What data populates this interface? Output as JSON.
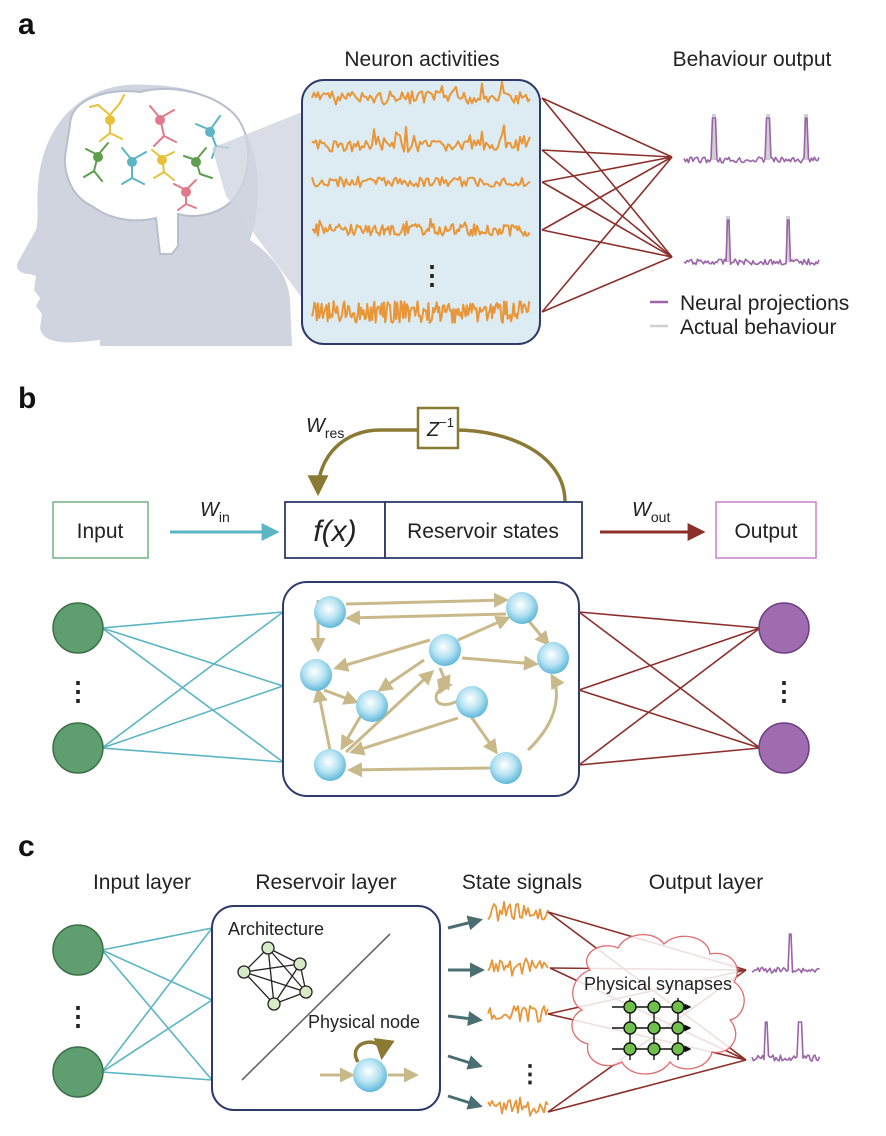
{
  "panels": {
    "a": {
      "letter": "a",
      "neuron_activities_title": "Neuron activities",
      "behaviour_output_title": "Behaviour output",
      "ellipsis": "⋮",
      "legend": [
        {
          "label": "Neural projections",
          "color": "#9b64a8"
        },
        {
          "label": "Actual behaviour",
          "color": "#cfcfcf"
        }
      ]
    },
    "b": {
      "letter": "b",
      "input_label": "Input",
      "output_label": "Output",
      "func_label": "f(x)",
      "reservoir_states_label": "Reservoir states",
      "w_in": {
        "main": "W",
        "sub": "in"
      },
      "w_out": {
        "main": "W",
        "sub": "out"
      },
      "w_res": {
        "main": "W",
        "sub": "res"
      },
      "delay": {
        "main": "Z",
        "sup": "−1"
      },
      "input_ellipsis": "⋮",
      "output_ellipsis": "⋮"
    },
    "c": {
      "letter": "c",
      "input_layer_title": "Input layer",
      "reservoir_layer_title": "Reservoir layer",
      "state_signals_title": "State signals",
      "output_layer_title": "Output layer",
      "architecture_label": "Architecture",
      "physical_node_label": "Physical node",
      "physical_synapses_label": "Physical synapses",
      "input_ellipsis": "⋮",
      "signal_ellipsis": "⋮"
    }
  },
  "colors": {
    "orange_trace": "#e8963a",
    "purple": "#9b64a8",
    "dark_red": "#8c2f2a",
    "teal": "#5bb5c3",
    "green_node": "#5f9e6e",
    "green_node_stroke": "#3d6e49",
    "navy_box": "#2e3a6b",
    "tan_arrow": "#c9b98a",
    "olive": "#8b7a34",
    "light_blue_fill": "#dcecf2",
    "input_box": "#7ab88c",
    "output_box": "#cc88cc",
    "head_gray": "#cfd4de"
  }
}
